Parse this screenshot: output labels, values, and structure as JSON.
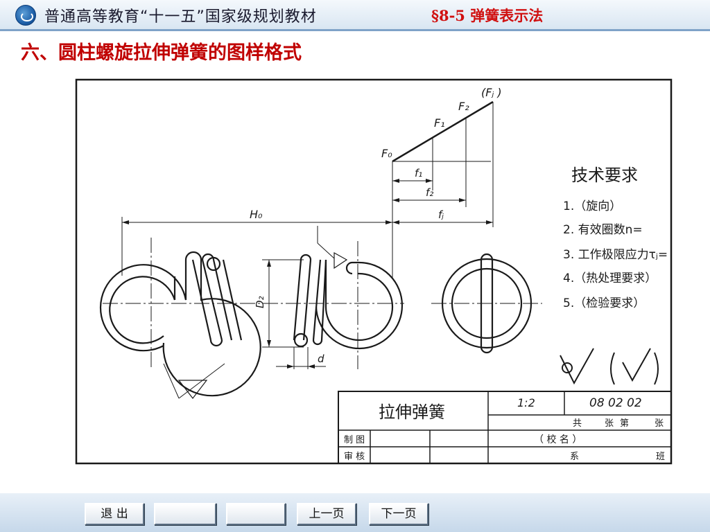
{
  "header": {
    "series_title": "普通高等教育“十一五”国家级规划教材",
    "section": "§8-5  弹簧表示法"
  },
  "page_title": "六、圆柱螺旋拉伸弹簧的图样格式",
  "drawing": {
    "force_labels": {
      "f0": "F₀",
      "f1": "F₁",
      "f2": "F₂",
      "fj": "(Fⱼ )"
    },
    "deflection_labels": {
      "d1": "f₁",
      "d2": "f₂",
      "dj": "fⱼ"
    },
    "dimension_labels": {
      "h0": "H₀",
      "d2": "D₂",
      "d": "d"
    },
    "tech_req": {
      "title": "技术要求",
      "items": [
        "1.（旋向）",
        "2. 有效圈数n=",
        "3. 工作极限应力τⱼ=",
        "4.（热处理要求）",
        "5.（检验要求）"
      ]
    },
    "title_block": {
      "name": "拉伸弹簧",
      "scale": "1:2",
      "drawing_no": "08 02 02",
      "sheet_info": [
        "共",
        "张",
        "第",
        "张"
      ],
      "drawn_by": "制 图",
      "checked_by": "审 核",
      "school": "（      校        名 ）",
      "dept": "系",
      "class_label": "班"
    }
  },
  "nav": {
    "exit": "退 出",
    "blank1": "",
    "blank2": "",
    "prev": "上一页",
    "next": "下一页"
  }
}
